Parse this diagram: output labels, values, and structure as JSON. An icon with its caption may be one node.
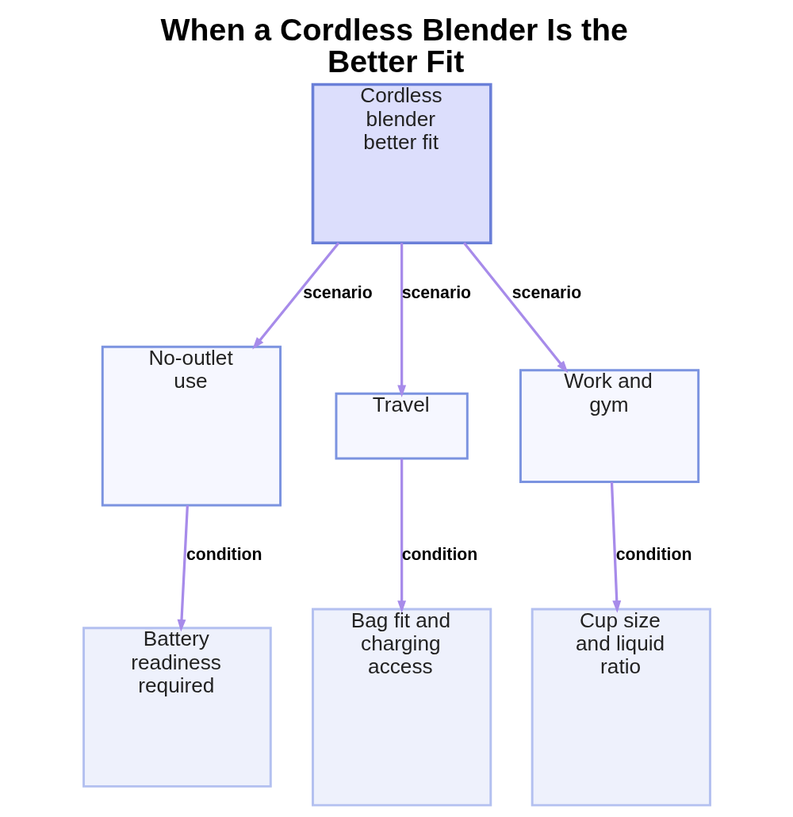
{
  "diagram": {
    "title": "When a Cordless Blender Is the Better Fit",
    "nodes": [
      {
        "text": [
          "Cordless blender better fit"
        ]
      },
      {
        "text": [
          "No-outlet use"
        ]
      },
      {
        "text": [
          "Travel"
        ]
      },
      {
        "text": [
          "Work and gym"
        ]
      },
      {
        "text": [
          "Battery readiness required"
        ]
      },
      {
        "text": [
          "Bag fit and charging access"
        ]
      },
      {
        "text": [
          "Cup size and liquid ratio"
        ]
      }
    ],
    "edges": [
      {
        "from": 0,
        "to": 1,
        "arrow": "to",
        "label": "scenario"
      },
      {
        "from": 0,
        "to": 2,
        "arrow": "to",
        "label": "scenario"
      },
      {
        "from": 0,
        "to": 3,
        "arrow": "to",
        "label": "scenario"
      },
      {
        "from": 1,
        "to": 4,
        "arrow": "to",
        "label": "condition"
      },
      {
        "from": 2,
        "to": 5,
        "arrow": "to",
        "label": "condition"
      },
      {
        "from": 3,
        "to": 6,
        "arrow": "to",
        "label": "condition"
      }
    ]
  }
}
